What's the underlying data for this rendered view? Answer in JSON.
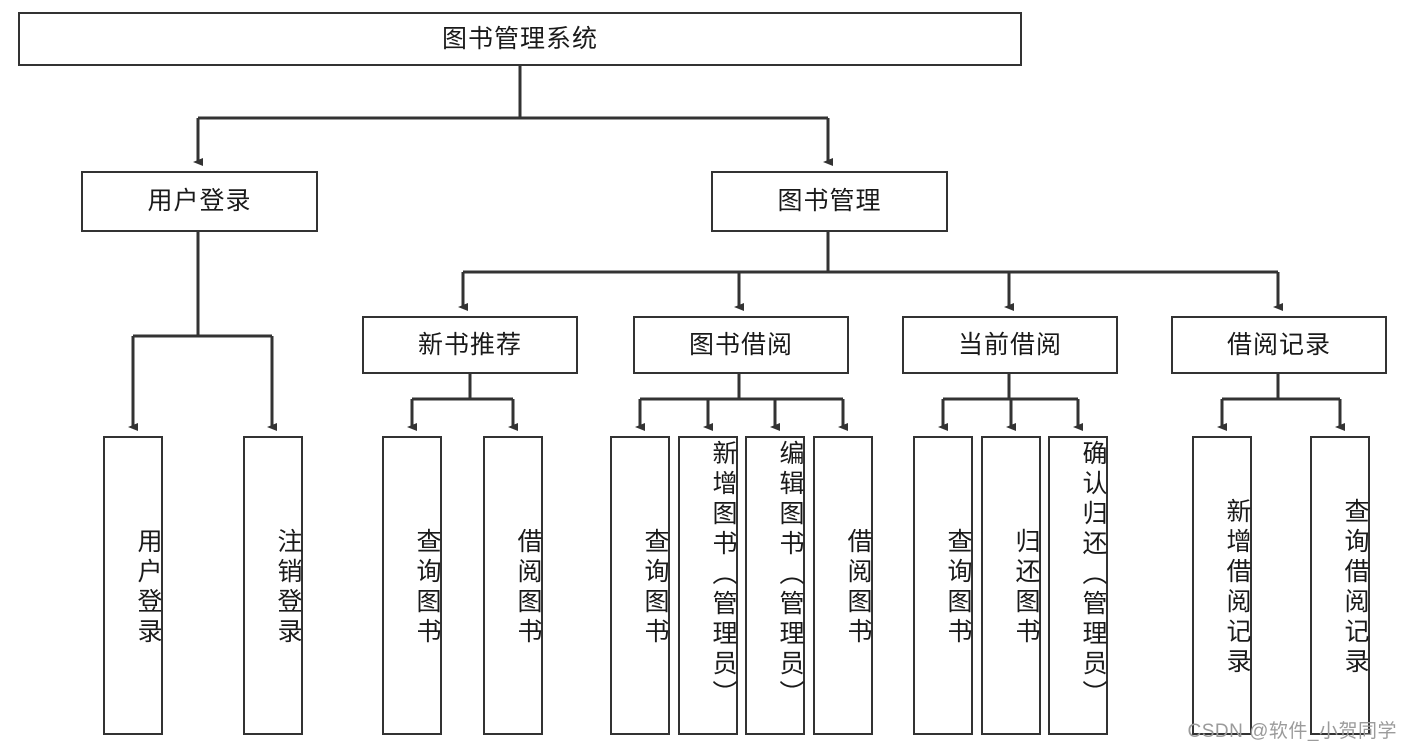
{
  "diagram": {
    "type": "hierarchy-tree",
    "title": "图书管理系统",
    "watermark": "CSDN @软件_小贺同学",
    "colors": {
      "stroke": "#333333",
      "box_fill": "#ffffff",
      "text": "#1a1a1a",
      "watermark": "#9b9b9b",
      "background": "#ffffff"
    },
    "root": {
      "id": "root",
      "label": "图书管理系统",
      "orientation": "horizontal"
    },
    "level2": [
      {
        "id": "user-login",
        "label": "用户登录",
        "orientation": "horizontal"
      },
      {
        "id": "book-manage",
        "label": "图书管理",
        "orientation": "horizontal"
      }
    ],
    "level3": [
      {
        "id": "new-book-recommend",
        "label": "新书推荐",
        "orientation": "horizontal",
        "parent": "book-manage"
      },
      {
        "id": "book-borrow",
        "label": "图书借阅",
        "orientation": "horizontal",
        "parent": "book-manage"
      },
      {
        "id": "current-borrow",
        "label": "当前借阅",
        "orientation": "horizontal",
        "parent": "book-manage"
      },
      {
        "id": "borrow-record",
        "label": "借阅记录",
        "orientation": "horizontal",
        "parent": "book-manage"
      }
    ],
    "leaves": [
      {
        "id": "leaf-user-login",
        "label": "用户登录",
        "parent": "user-login"
      },
      {
        "id": "leaf-logout",
        "label": "注销登录",
        "parent": "user-login"
      },
      {
        "id": "leaf-query-book-1",
        "label": "查询图书",
        "parent": "new-book-recommend"
      },
      {
        "id": "leaf-borrow-book-1",
        "label": "借阅图书",
        "parent": "new-book-recommend"
      },
      {
        "id": "leaf-query-book-2",
        "label": "查询图书",
        "parent": "book-borrow"
      },
      {
        "id": "leaf-add-book",
        "label": "新增图书（管理员）",
        "parent": "book-borrow"
      },
      {
        "id": "leaf-edit-book",
        "label": "编辑图书（管理员）",
        "parent": "book-borrow"
      },
      {
        "id": "leaf-borrow-book-2",
        "label": "借阅图书",
        "parent": "book-borrow"
      },
      {
        "id": "leaf-query-book-3",
        "label": "查询图书",
        "parent": "current-borrow"
      },
      {
        "id": "leaf-return-book",
        "label": "归还图书",
        "parent": "current-borrow"
      },
      {
        "id": "leaf-confirm-return",
        "label": "确认归还（管理员）",
        "parent": "current-borrow"
      },
      {
        "id": "leaf-add-record",
        "label": "新增借阅记录",
        "parent": "borrow-record"
      },
      {
        "id": "leaf-query-record",
        "label": "查询借阅记录",
        "parent": "borrow-record"
      }
    ]
  }
}
